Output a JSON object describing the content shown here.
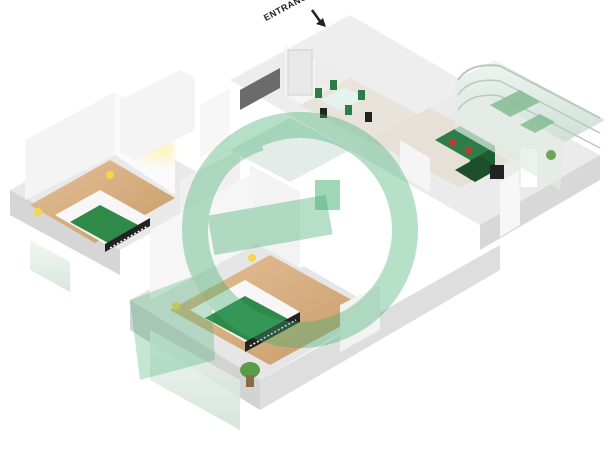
{
  "entrance": {
    "label": "ENTRANCE"
  },
  "colors": {
    "wall": "#f2f2f2",
    "wall_shadow": "#d9d9d9",
    "floor_wood": "#d9b488",
    "floor_light": "#ece6dc",
    "furniture_green": "#2e7d47",
    "glass": "#dce9e3",
    "watermark": "#3fae6e"
  },
  "rooms": [
    {
      "name": "bedroom-left",
      "type": "bedroom"
    },
    {
      "name": "bedroom-bottom",
      "type": "bedroom"
    },
    {
      "name": "kitchen",
      "type": "kitchen"
    },
    {
      "name": "dining",
      "type": "dining"
    },
    {
      "name": "living",
      "type": "living"
    },
    {
      "name": "balcony",
      "type": "balcony"
    },
    {
      "name": "bathroom",
      "type": "bathroom"
    }
  ],
  "watermark": {
    "shape": "circle-logo",
    "opacity": "0.35"
  }
}
